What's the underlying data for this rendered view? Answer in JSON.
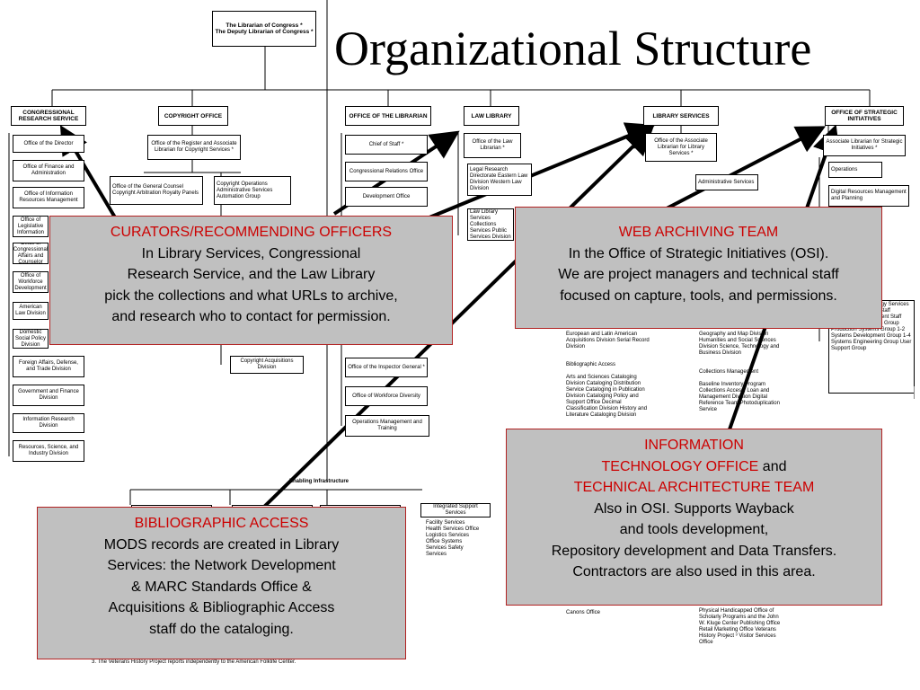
{
  "title": "Organizational Structure",
  "top_box": {
    "line1": "The Librarian of Congress *",
    "line2": "The Deputy Librarian of Congress *"
  },
  "divisions": {
    "crs": "CONGRESSIONAL RESEARCH SERVICE",
    "copyright": "COPYRIGHT OFFICE",
    "librarian": "OFFICE OF THE LIBRARIAN",
    "law": "LAW LIBRARY",
    "services": "LIBRARY SERVICES",
    "strategic": "OFFICE OF STRATEGIC INITIATIVES"
  },
  "crs_items": [
    "Office of the Director",
    "Office of Finance and Administration",
    "Office of Information Resources Management",
    "Office of Legislative Information",
    "Office of Congressional Affairs and Counselor",
    "Office of Workforce Development",
    "American Law Division",
    "Domestic Social Policy Division",
    "Foreign Affairs, Defense, and Trade Division",
    "Government and Finance Division",
    "Information Research Division",
    "Resources, Science, and Industry Division"
  ],
  "copyright_items": {
    "register": "Office of the Register and Associate Librarian for Copyright Services *",
    "counsel": "Office of the General Counsel Copyright Arbitration Royalty Panels",
    "operations": "Copyright Operations Administrative Services Automation Group",
    "acquisitions": "Copyright Acquisitions Division"
  },
  "librarian_items": [
    "Chief of Staff *",
    "Congressional Relations Office",
    "Development Office",
    "Office of the Inspector General *",
    "Office of Workforce Diversity",
    "Operations Management and Training"
  ],
  "law_items": {
    "office": "Office of the Law Librarian *",
    "research": "Legal Research Directorate Eastern Law Division Western Law Division",
    "services": "Law Library Services Collections Services Public Services Division"
  },
  "services_items": {
    "office": "Office of the Associate Librarian for Library Services *",
    "admin": "Administrative Services",
    "acquisitions_list": "European and Latin American Acquisitions Division Serial Record Division",
    "bib_header": "Bibliographic Access",
    "bib_list": "Arts and Sciences Cataloging Division Cataloging Distribution Service Cataloging in Publication Division Cataloging Policy and Support Office Decimal Classification Division History and Literature Cataloging Division",
    "divisions_list": "Geography and Map Division Humanities and Social Sciences Division Science, Technology and Business Division",
    "collections_header": "Collections Management",
    "collections_list": "Baseline Inventory Program Collections Access, Loan and Management Division Digital Reference Team Photoduplication Service",
    "publishing_list": "Physical Handicapped Office of Scholarly Programs and the John W. Kluge Center Publishing Office Retail Marketing Office Veterans History Project ³ Visitor Services Office",
    "canons": "Canons Office"
  },
  "strategic_items": {
    "office": "Associate Librarian for Strategic Initiatives *",
    "operations": "Operations",
    "digital": "Digital Resources Management and Planning",
    "it_list": "Information Technology Services Data Administration Staff Technology Assessment Staff Computer Operations Group Production Systems Group 1-2 Systems Development Group 1-4 Systems Engineering Group User Support Group"
  },
  "enabling": {
    "label": "Enabling Infrastructure",
    "integrated": "Integrated Support Services",
    "integrated_list": "Facility Services Health Services Office Logistics Services Office Systems Services Safety Services"
  },
  "footnote": "3. The Veterans History Project reports independently to the American Folklife Center.",
  "callouts": {
    "curators": {
      "heading": "CURATORS/RECOMMENDING OFFICERS",
      "lines": [
        "In Library Services, Congressional",
        "Research Service, and the Law Library",
        "pick the collections and what URLs to archive,",
        "and research who to contact for permission."
      ]
    },
    "web": {
      "heading": "WEB ARCHIVING TEAM",
      "lines": [
        "In the Office of Strategic Initiatives (OSI).",
        "We are project managers and technical staff",
        "focused on capture, tools, and permissions."
      ]
    },
    "bib": {
      "heading": "BIBLIOGRAPHIC ACCESS",
      "lines": [
        "MODS records are created in Library",
        "Services: the Network Development",
        "& MARC Standards Office &",
        "Acquisitions & Bibliographic Access",
        "staff do the cataloging."
      ]
    },
    "it": {
      "heading_lines": [
        "INFORMATION",
        "TECHNOLOGY OFFICE"
      ],
      "heading_suffix": " and",
      "heading_last": "TECHNICAL ARCHITECTURE TEAM",
      "lines": [
        "Also in OSI. Supports Wayback",
        "and tools development,",
        "Repository development and Data Transfers.",
        "Contractors are also used in this area."
      ]
    }
  },
  "colors": {
    "callout_bg": "#c0c0c0",
    "callout_border": "#b22222",
    "heading": "#cc0000",
    "arrow": "#000000"
  }
}
